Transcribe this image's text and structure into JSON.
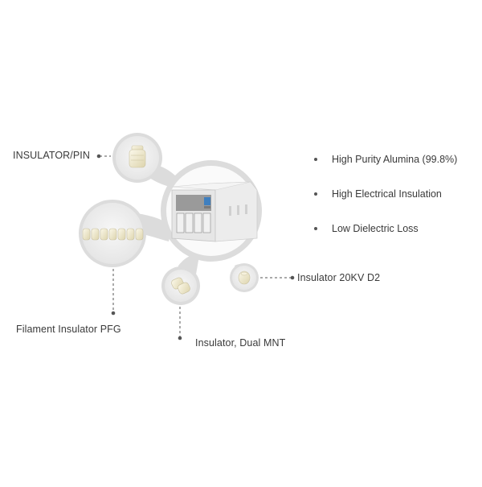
{
  "labels": {
    "insulator_pin": "INSULATOR/PIN",
    "filament_insulator": "Filament Insulator PFG",
    "insulator_dual": "Insulator, Dual MNT",
    "insulator_20kv": "Insulator 20KV D2"
  },
  "features": [
    "High Purity Alumina (99.8%)",
    "High Electrical Insulation",
    "Low Dielectric Loss"
  ],
  "colors": {
    "hub": "#dcdcdc",
    "line": "#555555",
    "ceramic": "#efe9cf",
    "machine": "#e8e8e8"
  }
}
